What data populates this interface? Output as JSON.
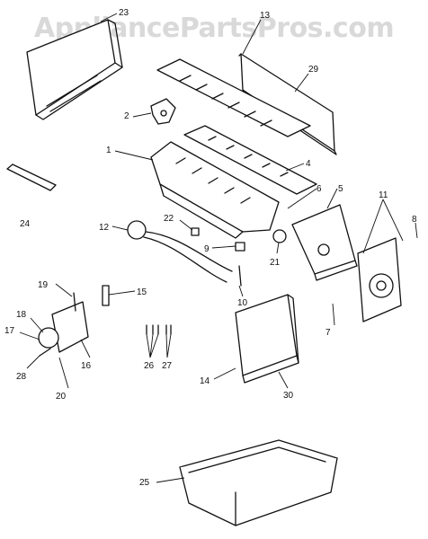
{
  "watermark": "AppliancePartsPros.com",
  "callouts": {
    "c1": "1",
    "c2": "2",
    "c4": "4",
    "c5": "5",
    "c6": "6",
    "c7": "7",
    "c8": "8",
    "c9": "9",
    "c10": "10",
    "c11": "11",
    "c12": "12",
    "c13": "13",
    "c14": "14",
    "c15": "15",
    "c16": "16",
    "c17": "17",
    "c18": "18",
    "c19": "19",
    "c20": "20",
    "c21": "21",
    "c22": "22",
    "c23": "23",
    "c24": "24",
    "c25": "25",
    "c26": "26",
    "c27": "27",
    "c28": "28",
    "c29": "29",
    "c30": "30"
  }
}
